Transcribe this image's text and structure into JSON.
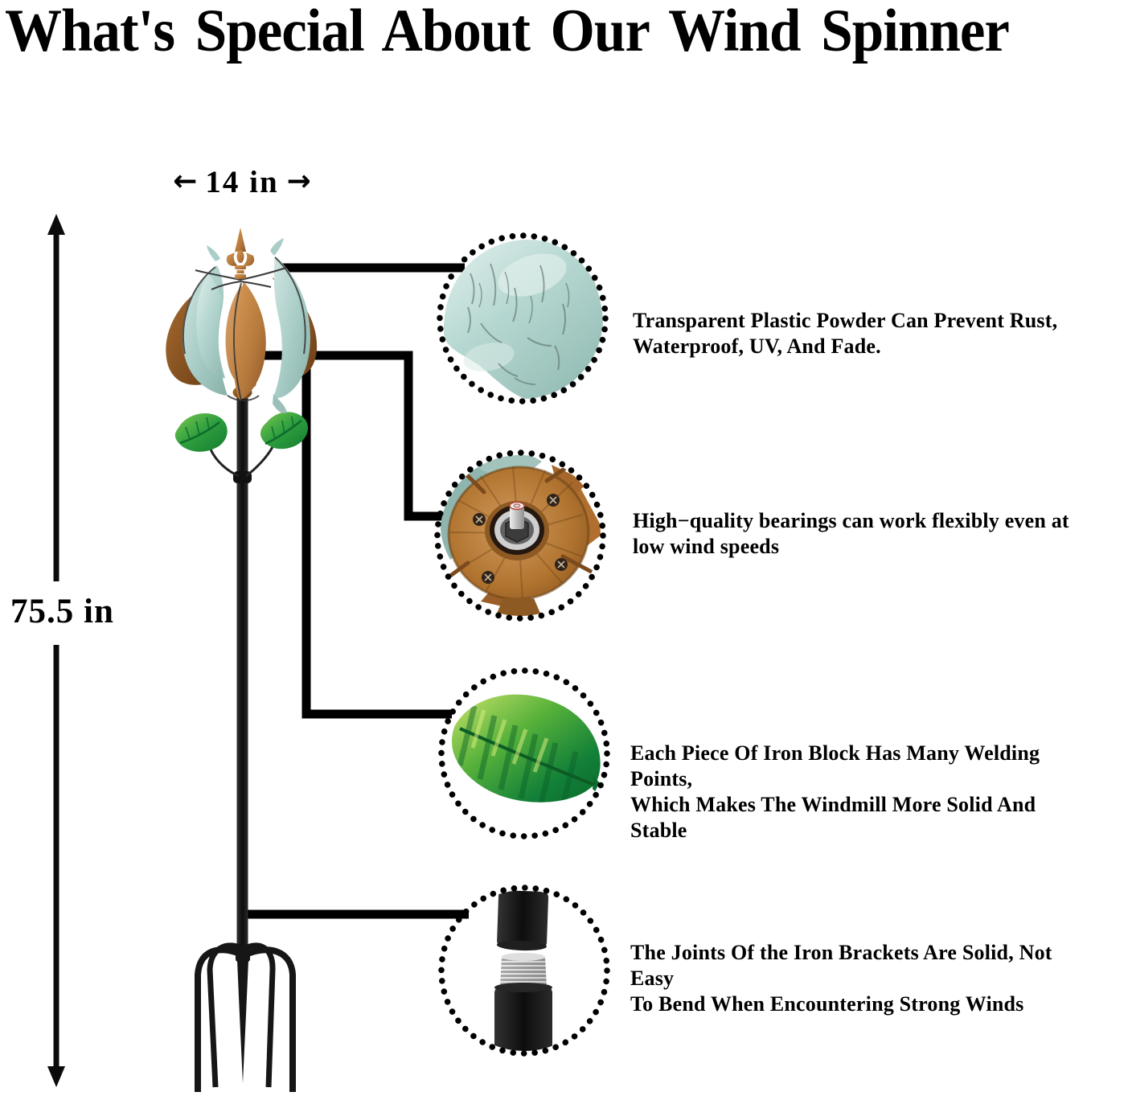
{
  "header": {
    "title": "What's Special About Our Wind Spinner"
  },
  "dimensions": {
    "width": {
      "label": "14 in",
      "arrow_left": "←",
      "arrow_right": "→"
    },
    "height": {
      "label": "75.5 in"
    }
  },
  "features": [
    {
      "name": "rust-proof-coating",
      "lines": [
        "Transparent Plastic Powder Can Prevent Rust,",
        "Waterproof, UV, And Fade."
      ]
    },
    {
      "name": "quality-bearings",
      "lines": [
        "High−quality bearings can work flexibly even at",
        "low wind speeds"
      ]
    },
    {
      "name": "welded-iron-blocks",
      "lines": [
        "Each Piece Of Iron Block Has Many Welding Points,",
        "Which Makes The Windmill More Solid And Stable"
      ]
    },
    {
      "name": "solid-joints",
      "lines": [
        "The Joints Of the Iron Brackets Are Solid, Not Easy",
        "To Bend When Encountering Strong Winds"
      ]
    }
  ],
  "product": {
    "name": "tulip-wind-spinner",
    "callouts": [
      "patina-blade-closeup",
      "bearing-hub-closeup",
      "metal-leaf-closeup",
      "pole-joint-closeup"
    ]
  },
  "colors": {
    "copper": "#b5793c",
    "patina_teal": "#a6cbc5",
    "leaf_green": "#2d9e3f",
    "metal_black": "#161616",
    "text": "#000000",
    "background": "#ffffff"
  }
}
